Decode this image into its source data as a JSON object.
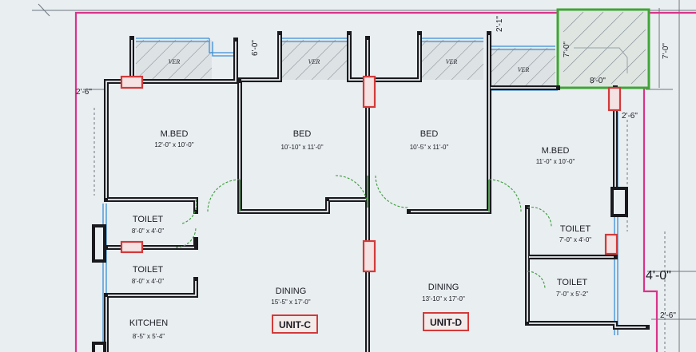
{
  "rooms": {
    "mbed_c": {
      "name": "M.BED",
      "size": "12'-0\" x 10'-0\""
    },
    "bed_c": {
      "name": "BED",
      "size": "10'-10\" x 11'-0\""
    },
    "bed_d": {
      "name": "BED",
      "size": "10'-5\" x 11'-0\""
    },
    "mbed_d": {
      "name": "M.BED",
      "size": "11'-0\" x 10'-0\""
    },
    "toilet_c1": {
      "name": "TOILET",
      "size": "8'-0\" x 4'-0\""
    },
    "toilet_c2": {
      "name": "TOILET",
      "size": "8'-0\" x 4'-0\""
    },
    "toilet_d1": {
      "name": "TOILET",
      "size": "7'-0\" x 4'-0\""
    },
    "toilet_d2": {
      "name": "TOILET",
      "size": "7'-0\" x 5'-2\""
    },
    "kitchen_c": {
      "name": "KITCHEN",
      "size": "8'-5\" x 5'-4\""
    },
    "dining_c": {
      "name": "DINING",
      "size": "15'-5\" x 17'-0\""
    },
    "dining_d": {
      "name": "DINING",
      "size": "13'-10\" x 17'-0\""
    }
  },
  "units": {
    "c": "UNIT-C",
    "d": "UNIT-D"
  },
  "verandas": [
    "VER",
    "VER",
    "VER",
    "VER"
  ],
  "annotations": {
    "a1": "2'-6\"",
    "a2": "6'-0\"",
    "a3": "2'-1\"",
    "a4": "7'-0\"",
    "a5": "7'-0\"",
    "a6": "8'-0\"",
    "a7": "2'-6\"",
    "a8": "4'-0\"",
    "a9": "2'-6\""
  },
  "colors": {
    "wall": "#1a1a1e",
    "plot_boundary": "#d9348a",
    "window": "#3a8fd6",
    "lift_box": "#3fa535",
    "column": "#d23a3a",
    "door_swing": "#3c9a3c",
    "background": "#e9eef1"
  }
}
